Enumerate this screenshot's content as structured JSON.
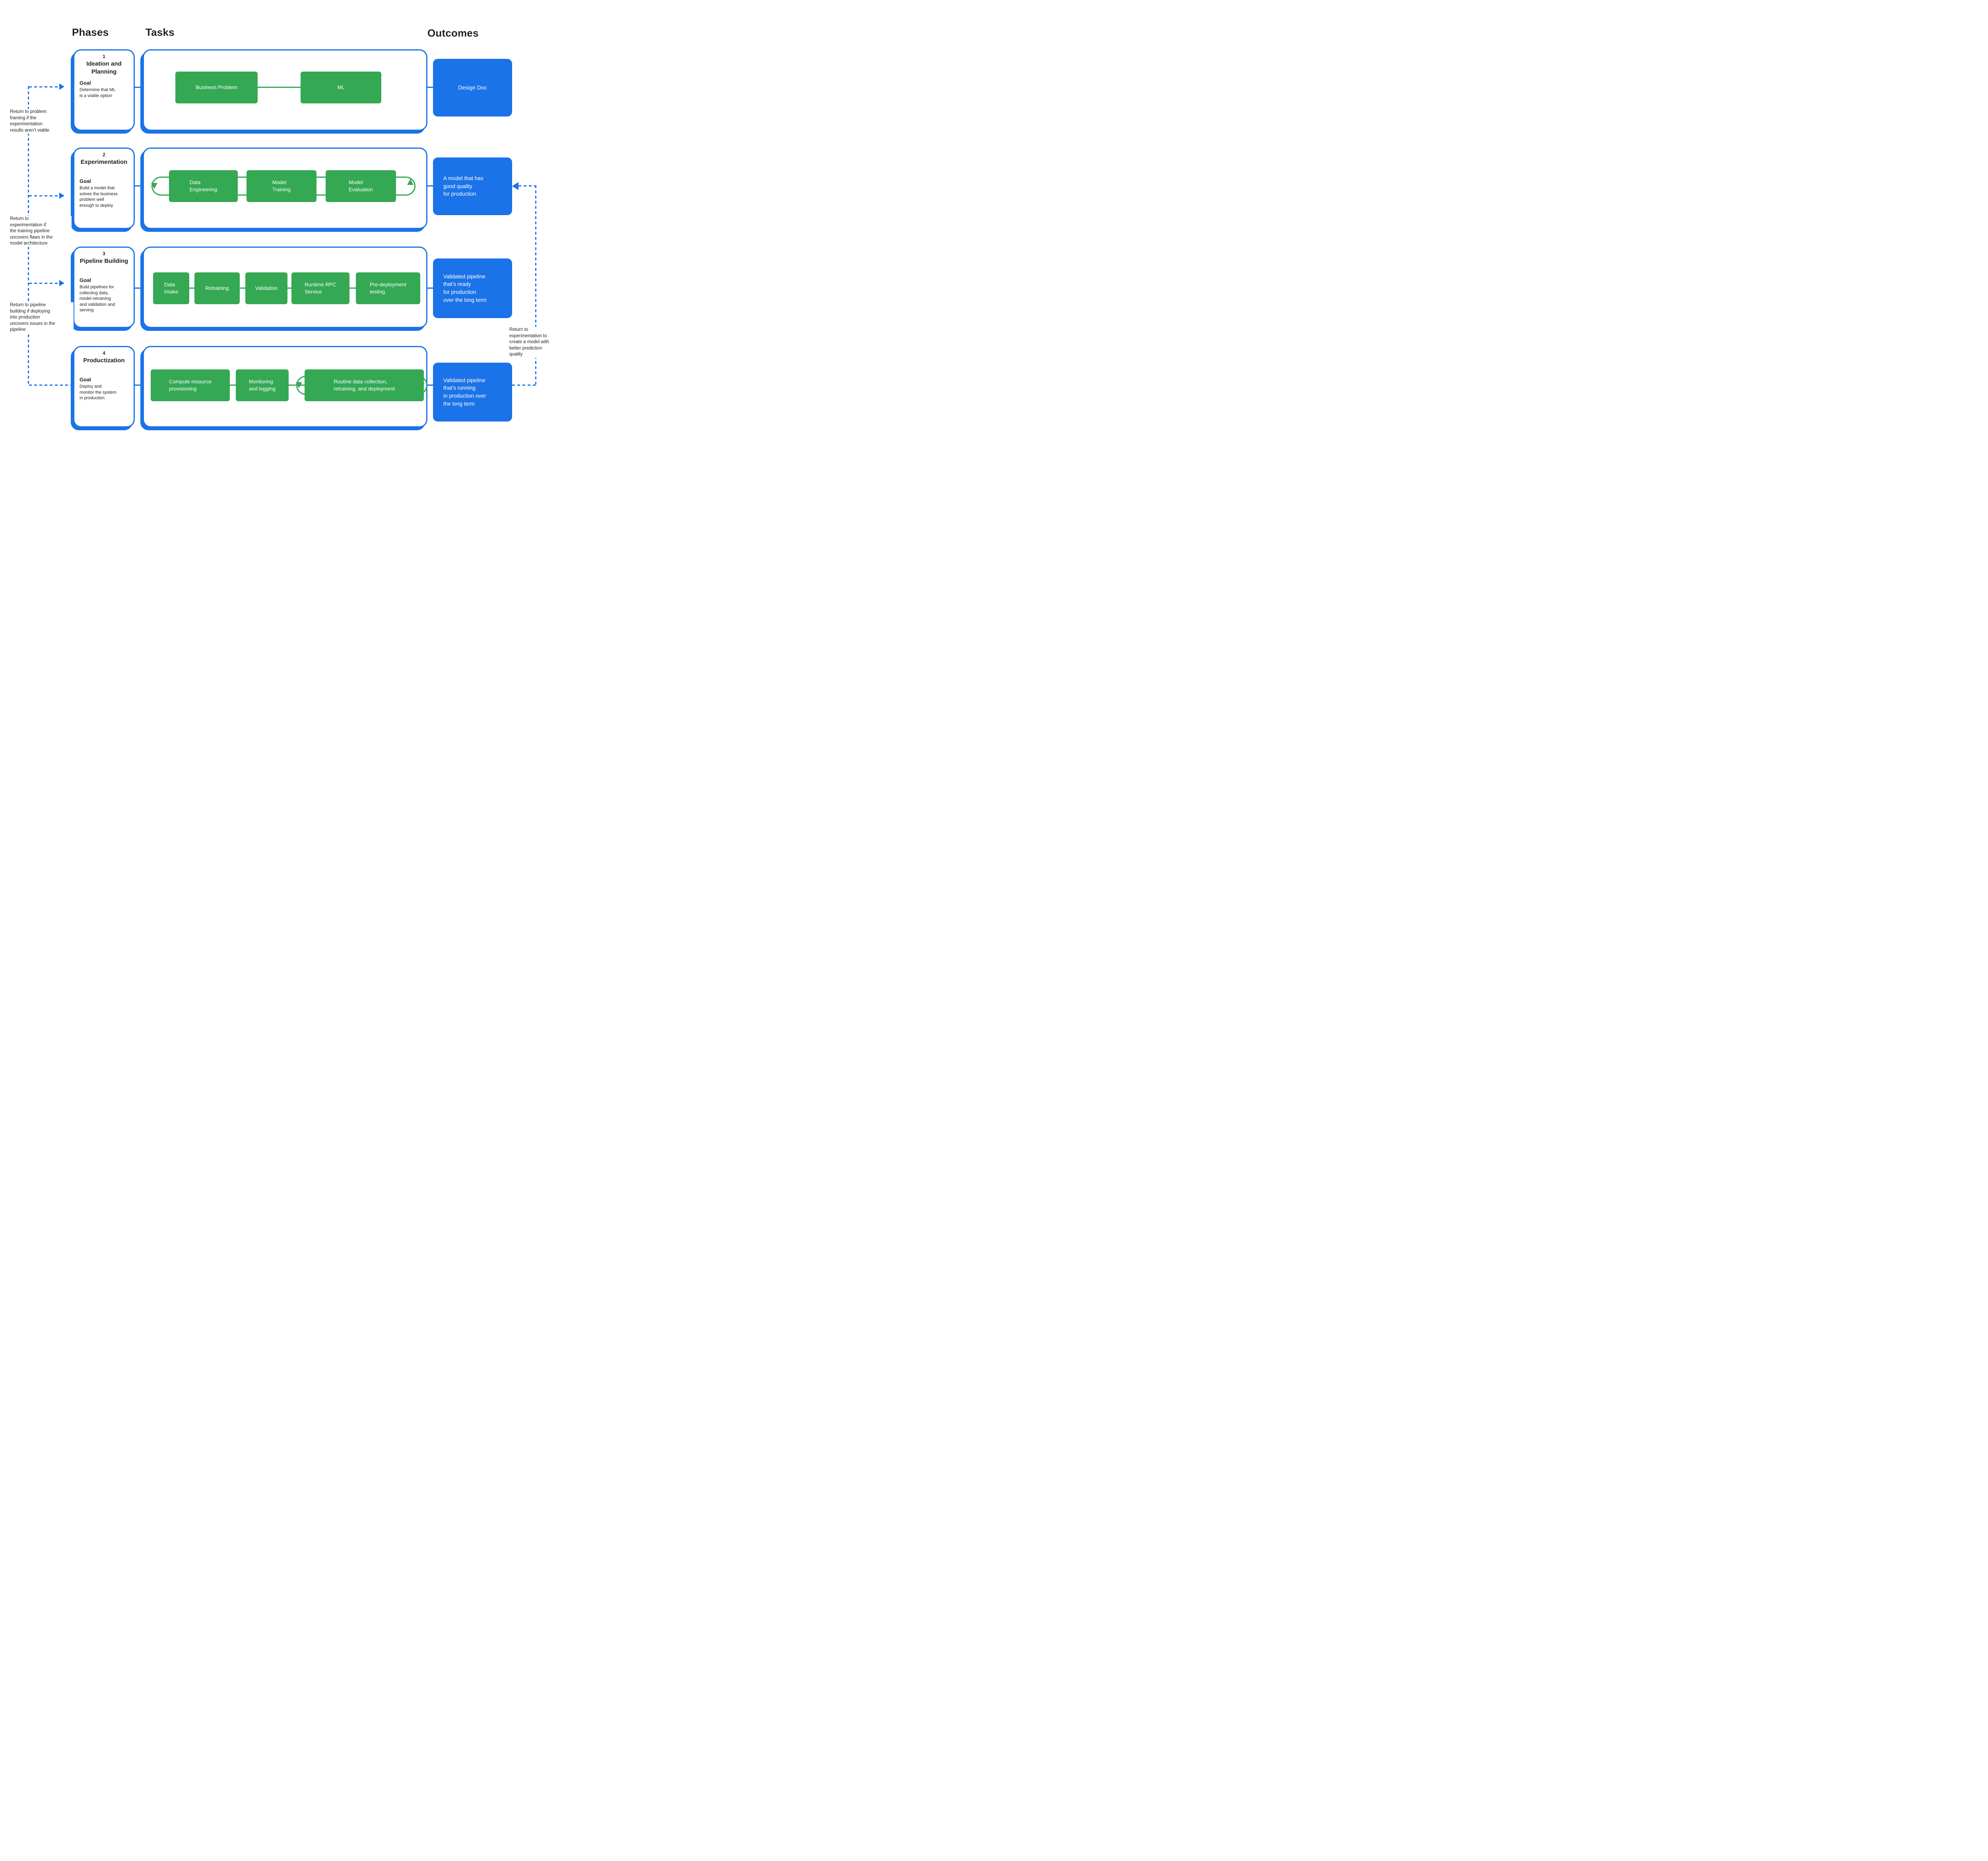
{
  "colors": {
    "accent_blue": "#1a73e8",
    "task_green": "#34a853",
    "text": "#202124"
  },
  "headers": {
    "phases": "Phases",
    "tasks": "Tasks",
    "outcomes": "Outcomes"
  },
  "rows": [
    {
      "phase": {
        "number": "1",
        "title": "Ideation and\nPlanning",
        "goal_label": "Goal",
        "goal": "Determine that ML\nis a viable option"
      },
      "tasks": [
        "Business Problem",
        "ML"
      ],
      "outcome": "Design Doc"
    },
    {
      "phase": {
        "number": "2",
        "title": "Experimentation",
        "goal_label": "Goal",
        "goal": "Build a model that\nsolves the business\nproblem well\nenough to deploy"
      },
      "tasks": [
        "Data\nEngineering",
        "Model\nTraining",
        "Model\nEvaluation"
      ],
      "outcome": "A model that has\ngood quality\nfor production"
    },
    {
      "phase": {
        "number": "3",
        "title": "Pipeline Building",
        "goal_label": "Goal",
        "goal": "Build pipelines for\ncollecting data,\nmodel retraining\nand validation and\nserving"
      },
      "tasks": [
        "Data\nIntake",
        "Retraining",
        "Validation",
        "Runtime RPC\nService",
        "Pre-deployment\ntesting"
      ],
      "outcome": "Validated pipeline\nthat’s ready\nfor production\nover the long term"
    },
    {
      "phase": {
        "number": "4",
        "title": "Productization",
        "goal_label": "Goal",
        "goal": "Deploy and\nmonitor the system\nin production"
      },
      "tasks": [
        "Compute resource\nprovisioning",
        "Monitoring\nand logging",
        "Routine data collection,\nretraining, and deployment"
      ],
      "outcome": "Validated pipeline\nthat’s running\nin production over\nthe long term"
    }
  ],
  "notes": {
    "return_to_problem_framing": "Return to problem\nframing if the\nexperimentation\nresults aren’t viable",
    "return_to_experimentation": "Return to\nexperimentation if\nthe training pipeline\nuncovers flaws in the\nmodel architecture",
    "return_to_pipeline_building": "Return to pipeline\nbuilding if deploying\ninto production\nuncovers issues in the\npipeline",
    "return_to_experimentation_for_quality": "Return to\nexperimentation to\ncreate a model with\nbetter prediction\nquality"
  }
}
